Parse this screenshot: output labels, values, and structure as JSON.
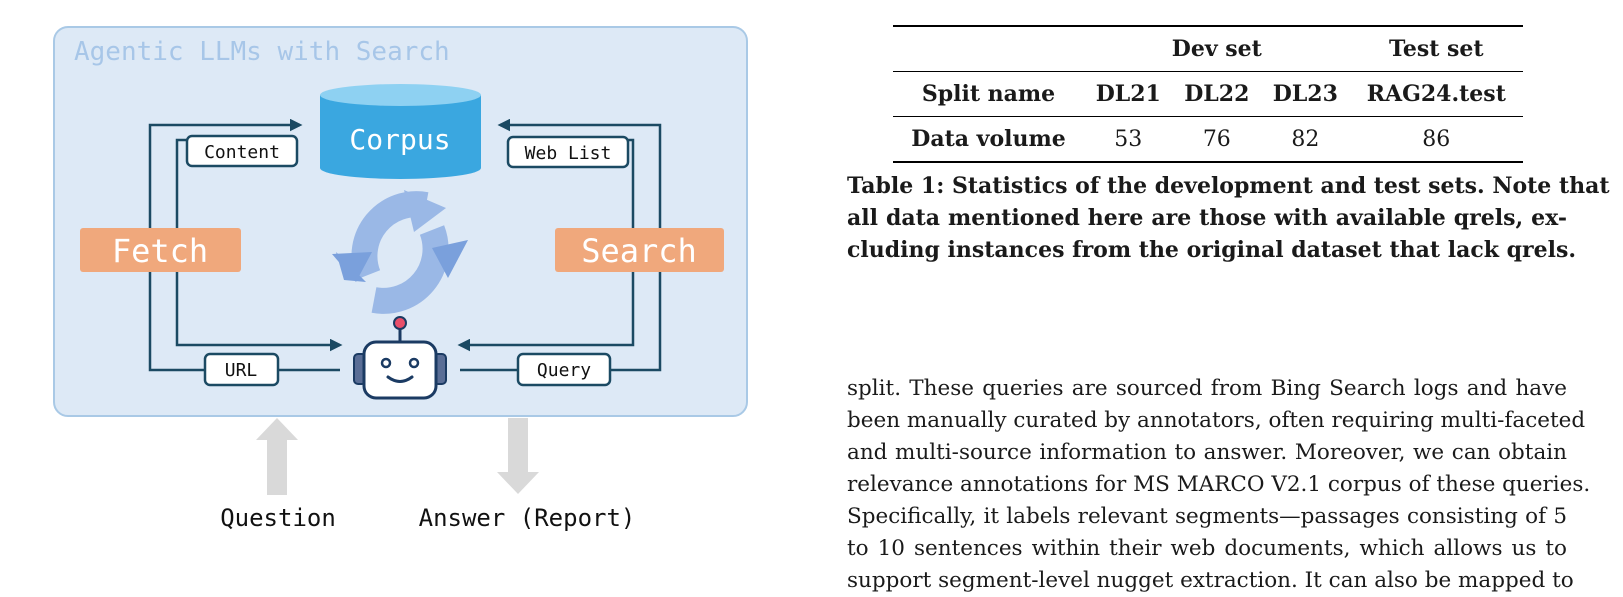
{
  "figure": {
    "panel_title": "Agentic LLMs with Search",
    "corpus_label": "Corpus",
    "fetch_label": "Fetch",
    "search_label": "Search",
    "content_label": "Content",
    "web_list_label": "Web List",
    "url_label": "URL",
    "query_label": "Query",
    "question_label": "Question",
    "answer_label": "Answer (Report)",
    "colors": {
      "panel_fill": "#dde9f6",
      "panel_border": "#a9c9e6",
      "corpus": "#3aa7e0",
      "action_boxes": "#f0a87c",
      "arrows": "#1b4a63",
      "cycle": "#9ab8e6",
      "io_arrows": "#d9d9d9"
    }
  },
  "table": {
    "group_headers": [
      "Dev set",
      "Test set"
    ],
    "header_row": [
      "Split name",
      "DL21",
      "DL22",
      "DL23",
      "RAG24.test"
    ],
    "data_row": [
      "Data volume",
      "53",
      "76",
      "82",
      "86"
    ]
  },
  "caption": "Table 1: Statistics of the development and test sets. Note that all data mentioned here are those with available qrels, excluding instances from the original dataset that lack qrels.",
  "caption_lines": [
    "Table 1: Statistics of the development and test sets. Note that",
    "all data mentioned here are those with available qrels, ex-",
    "cluding instances from the original dataset that lack qrels."
  ],
  "body_lines": [
    "split. These queries are sourced from Bing Search logs and have",
    "been manually curated by annotators, often requiring multi-faceted",
    "and multi-source information to answer. Moreover, we can obtain",
    "relevance annotations for MS MARCO V2.1 corpus of these queries.",
    "Specifically, it labels relevant segments—passages consisting of 5",
    "to 10 sentences within their web documents, which allows us to",
    "support segment-level nugget extraction. It can also be mapped to"
  ]
}
